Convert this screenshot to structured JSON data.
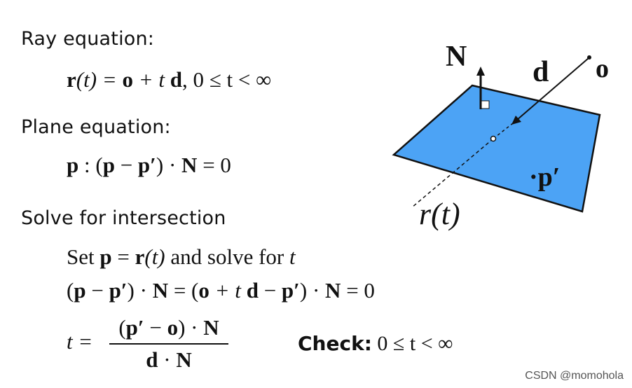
{
  "left": {
    "ray_heading": "Ray equation:",
    "ray_equation": {
      "lhs": "r",
      "lhs_arg": "(t) = ",
      "o": "o",
      "plus": " + t ",
      "d": "d",
      "range": ",  0 ≤ t < ∞"
    },
    "plane_heading": "Plane equation:",
    "plane_equation": {
      "p1": "p",
      "colon": " : (",
      "p2": "p",
      "minus": " − ",
      "pprime": "p′",
      "dot": ") · ",
      "n": "N",
      "rest": " = 0"
    },
    "solve_heading": "Solve for intersection",
    "set_line": {
      "set": "Set ",
      "p": "p",
      "eq": " = ",
      "r": "r",
      "targ": "(t)",
      "rest": " and solve for ",
      "t": "t"
    },
    "expansion": {
      "open": "(",
      "p": "p",
      "minus": " − ",
      "pprime": "p′",
      "dot1": ") · ",
      "n1": "N",
      "mid": " = (",
      "o": "o",
      "plus": " + t ",
      "d": "d",
      "minus2": " − ",
      "pprime2": "p′",
      "dot2": ") · ",
      "n2": "N",
      "end": " = 0"
    },
    "t_solution": {
      "lhs": "t =",
      "num_open": "(",
      "num_pprime": "p′",
      "num_minus": " − ",
      "num_o": "o",
      "num_dot": ") · ",
      "num_n": "N",
      "den_d": "d",
      "den_dot": " · ",
      "den_n": "N"
    },
    "check_label": "Check:",
    "check_expr": " 0 ≤ t < ∞"
  },
  "diagram": {
    "label_N": "N",
    "label_d": "d",
    "label_o": "o",
    "label_pprime": "·p′",
    "label_rt": "r(t)",
    "plane_color": "#4ca3f5",
    "plane_stroke": "#111111"
  },
  "watermark": "CSDN @momohola"
}
